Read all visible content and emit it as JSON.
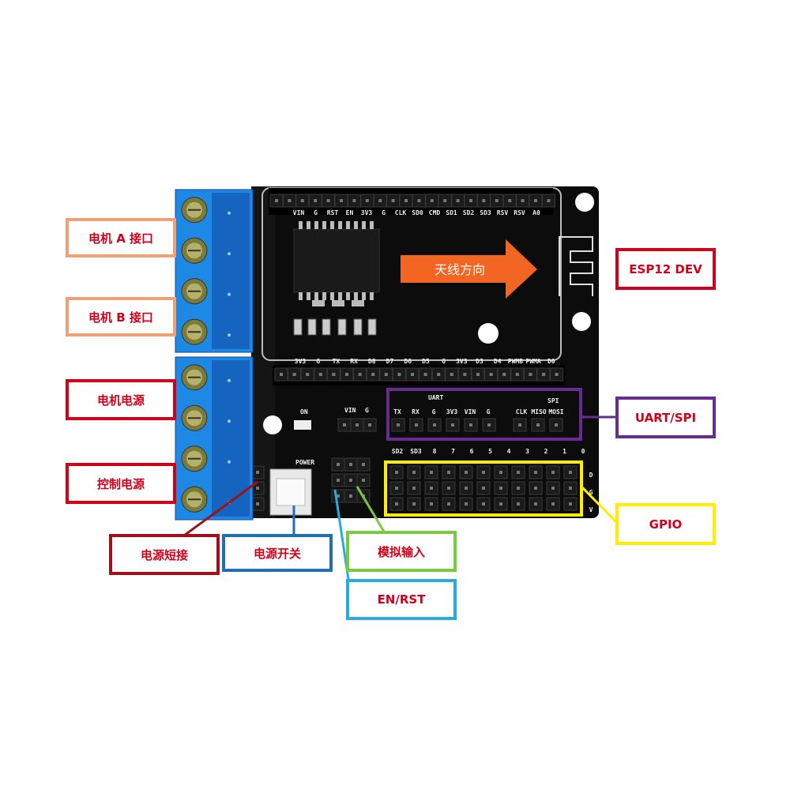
{
  "callouts": {
    "motor_a": "电机 A 接口",
    "motor_b": "电机 B 接口",
    "motor_power": "电机电源",
    "control_power": "控制电源",
    "power_short": "电源短接",
    "power_switch": "电源开关",
    "analog_input": "模拟输入",
    "en_rst": "EN/RST",
    "esp12": "ESP12 DEV",
    "uart_spi": "UART/SPI",
    "gpio": "GPIO"
  },
  "colors": {
    "orange": "#f0a074",
    "red": "#d0021b",
    "darkred": "#a0101a",
    "blue": "#1f6fb3",
    "green": "#7ac943",
    "cyan": "#29abe2",
    "purple": "#662d91",
    "yellow": "#ffee00"
  },
  "board": {
    "arrow_text": "天线方向",
    "top_pins": [
      "VIN",
      "G",
      "RST",
      "EN",
      "3V3",
      "G",
      "CLK",
      "SD0",
      "CMD",
      "SD1",
      "SD2",
      "SD3",
      "RSV",
      "RSV",
      "A0"
    ],
    "mid_pins": [
      "3V3",
      "G",
      "TX",
      "RX",
      "D8",
      "D7",
      "D6",
      "D5",
      "G",
      "3V3",
      "D3",
      "D4",
      "PWMB",
      "PWMA",
      "D0"
    ],
    "uart_label": "UART",
    "spi_label": "SPI",
    "uart_pins": [
      "TX",
      "RX",
      "G",
      "3V3",
      "VIN",
      "G"
    ],
    "spi_pins": [
      "CLK",
      "MISO",
      "MOSI"
    ],
    "vin_label": "VIN",
    "g_label": "G",
    "on_label": "ON",
    "power_label": "POWER",
    "gpio_pins": [
      "SD2",
      "SD3",
      "8",
      "7",
      "6",
      "5",
      "4",
      "3",
      "2",
      "1",
      "0"
    ],
    "side_labels": [
      "D",
      "G",
      "V"
    ]
  }
}
